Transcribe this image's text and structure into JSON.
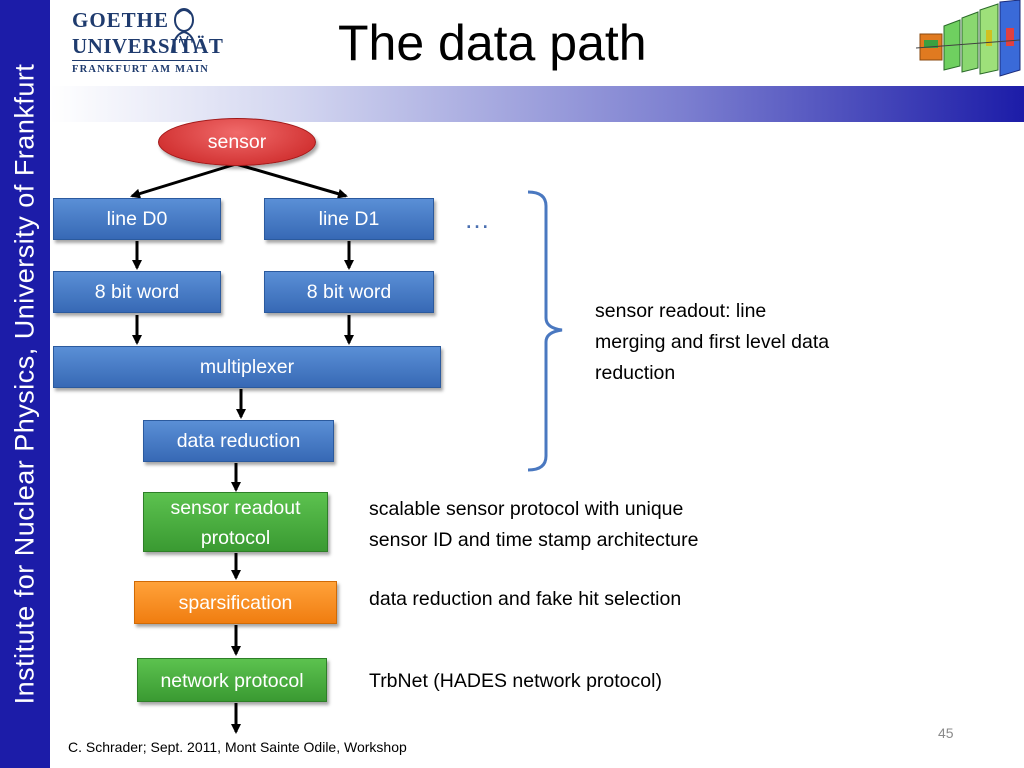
{
  "sidebar": {
    "text": "Institute for  Nuclear Physics, University of Frankfurt"
  },
  "logo": {
    "line1": "GOETHE",
    "line2": "UNIVERSITÄT",
    "line3": "FRANKFURT AM MAIN"
  },
  "title": "The data path",
  "diagram": {
    "sensor": "sensor",
    "line_d0": "line D0",
    "line_d1": "line D1",
    "word_left": "8 bit word",
    "word_right": "8 bit word",
    "multiplexer": "multiplexer",
    "data_reduction": "data reduction",
    "readout_protocol_l1": "sensor readout",
    "readout_protocol_l2": "protocol",
    "sparsification": "sparsification",
    "network_protocol": "network protocol",
    "ellipsis": "…"
  },
  "descriptions": {
    "bracket_l1": "sensor readout: line",
    "bracket_l2": "merging and first level data",
    "bracket_l3": "reduction",
    "protocol_l1": "scalable sensor protocol with unique",
    "protocol_l2": "sensor ID and time stamp architecture",
    "sparsification": "data reduction and fake hit selection",
    "network": "TrbNet  (HADES network protocol)"
  },
  "footer": "C. Schrader; Sept. 2011, Mont Sainte Odile, Workshop",
  "page_number": "45",
  "colors": {
    "sidebar": "#1c1ca8",
    "blue_box": "#3f77c4",
    "green_box": "#43a33a",
    "orange_box": "#f58a1f",
    "sensor_oval": "#d83232",
    "bracket": "#4a78c0"
  }
}
